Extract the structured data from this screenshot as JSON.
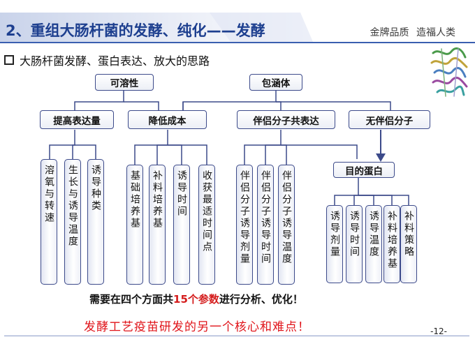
{
  "header": {
    "title": "2、重组大肠杆菌的发酵、纯化——发酵",
    "tagline": "金牌品质  造福人类"
  },
  "subtitle": "大肠杆菌发酵、蛋白表达、放大的思路",
  "tree": {
    "soluble": "可溶性",
    "inclusion": "包涵体",
    "raise_expression": "提高表达量",
    "reduce_cost": "降低成本",
    "chaperone_coexp": "伴侣分子共表达",
    "no_chaperone": "无伴侣分子",
    "target_protein": "目的蛋白",
    "leaves": {
      "l1": "溶氧与转速",
      "l2": "生长与诱导温度",
      "l3": "诱导种类",
      "l4": "基础培养基",
      "l5": "补料培养基",
      "l6": "诱导时间",
      "l7": "收获最适时间点",
      "l8": "伴侣分子诱导剂量",
      "l9": "伴侣分子诱导时间",
      "l10": "伴侣分子诱导温度",
      "l11": "诱导剂量",
      "l12": "诱导时间",
      "l13": "诱导温度",
      "l14": "补料培养基",
      "l15": "补料策略"
    }
  },
  "note": {
    "before": "需要在四个方面共",
    "highlight": "15个参数",
    "after": "进行分析、优化！"
  },
  "highlight_line": "发酵工艺疫苗研发的另一个核心和难点！",
  "page_number": "-12-"
}
